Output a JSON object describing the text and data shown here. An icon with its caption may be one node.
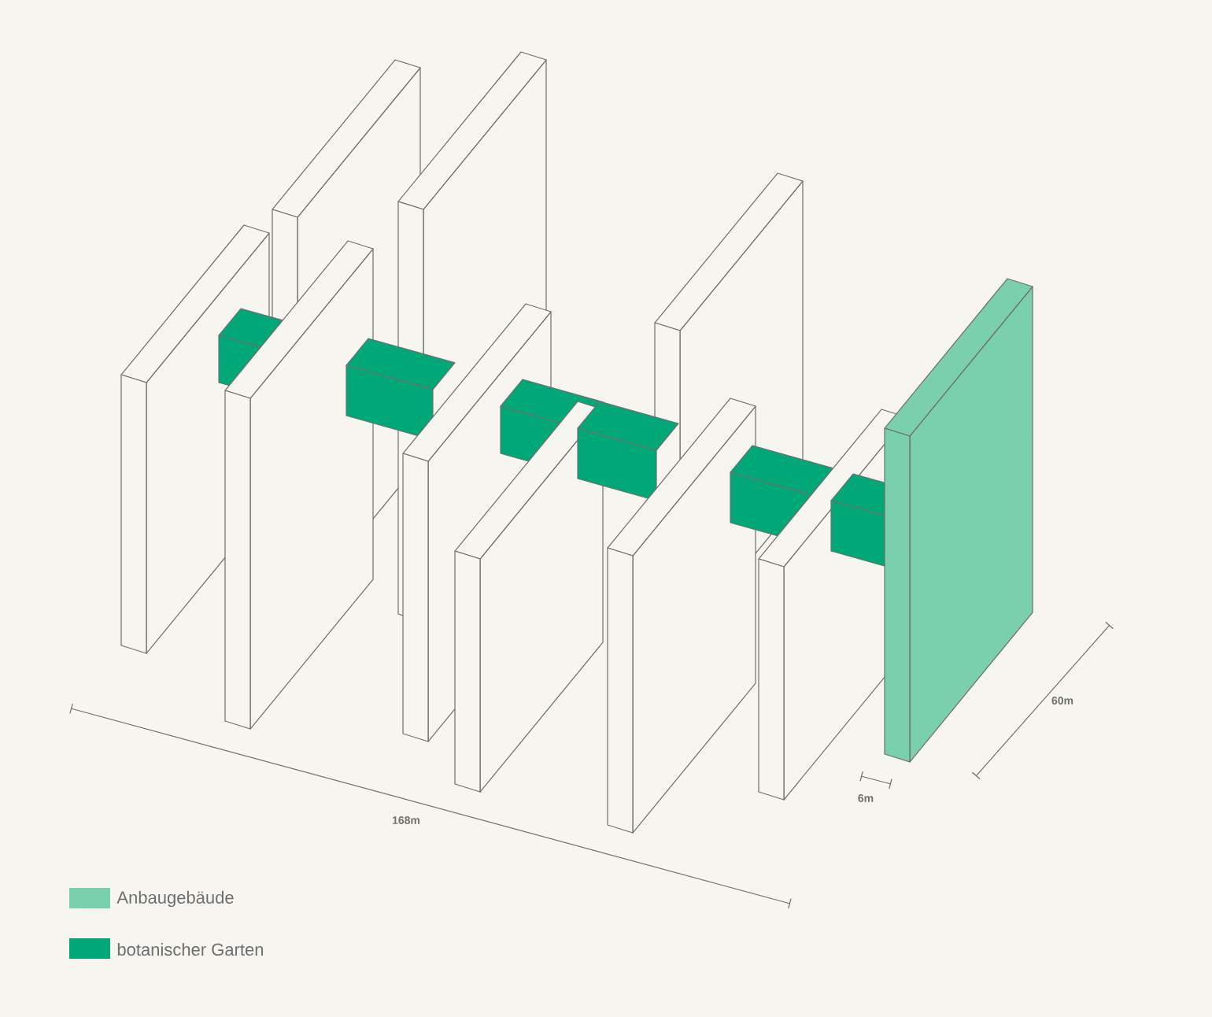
{
  "diagram": {
    "labels": [
      "168m",
      "6m",
      "60m"
    ],
    "legend": [
      {
        "text": "Anbaugebäude",
        "color": "#7acfad"
      },
      {
        "text": "botanischer Garten",
        "color": "#00a878"
      }
    ]
  }
}
